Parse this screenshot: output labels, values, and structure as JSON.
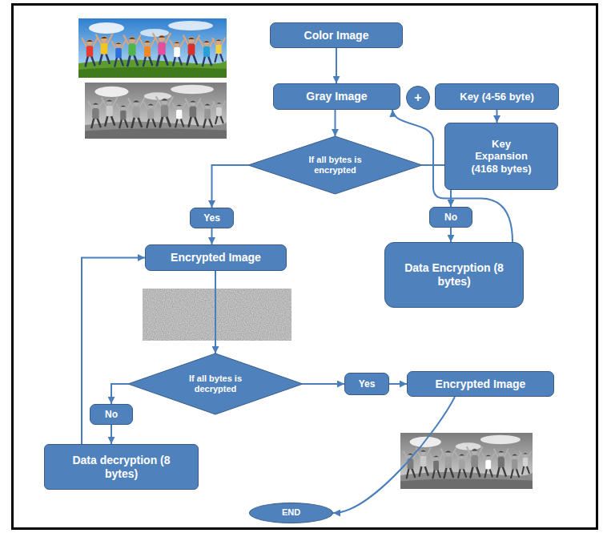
{
  "diagram": {
    "nodes": [
      {
        "text": [
          "Color Image"
        ]
      },
      {
        "text": [
          "Gray Image"
        ]
      },
      {
        "text": [
          "+"
        ]
      },
      {
        "text": [
          "Key (4-56 byte)"
        ]
      },
      {
        "text": [
          "Key Expansion (4168 bytes)"
        ]
      },
      {
        "text": [
          "If all bytes is encrypted"
        ]
      },
      {
        "text": [
          "Yes"
        ]
      },
      {
        "text": [
          "No"
        ]
      },
      {
        "text": [
          "Data Encryption (8 bytes)"
        ]
      },
      {
        "text": [
          "Encrypted Image"
        ]
      },
      {
        "text": [
          "If all bytes is decrypted"
        ]
      },
      {
        "text": [
          "Yes"
        ]
      },
      {
        "text": [
          "Encrypted Image"
        ]
      },
      {
        "text": [
          "No"
        ]
      },
      {
        "text": [
          "Data decryption (8 bytes)"
        ]
      },
      {
        "text": [
          "END"
        ]
      }
    ],
    "edges": [
      {
        "from": 0,
        "to": 1,
        "arrow": "to"
      },
      {
        "from": 3,
        "to": 4,
        "arrow": "to"
      },
      {
        "from": 1,
        "to": 5,
        "arrow": "to"
      },
      {
        "from": 5,
        "to": 6,
        "arrow": "to"
      },
      {
        "from": 6,
        "to": 9,
        "arrow": "to"
      },
      {
        "from": 5,
        "to": 7,
        "arrow": "to"
      },
      {
        "from": 7,
        "to": 8,
        "arrow": "to"
      },
      {
        "from": 8,
        "to": 1,
        "arrow": "to"
      },
      {
        "from": 9,
        "to": 10,
        "arrow": "to"
      },
      {
        "from": 10,
        "to": 11,
        "arrow": "to"
      },
      {
        "from": 11,
        "to": 12,
        "arrow": "to"
      },
      {
        "from": 10,
        "to": 13,
        "arrow": "to"
      },
      {
        "from": 13,
        "to": 14,
        "arrow": "to"
      },
      {
        "from": 14,
        "to": 9,
        "arrow": "to"
      },
      {
        "from": 12,
        "to": 15,
        "arrow": "to"
      }
    ]
  }
}
